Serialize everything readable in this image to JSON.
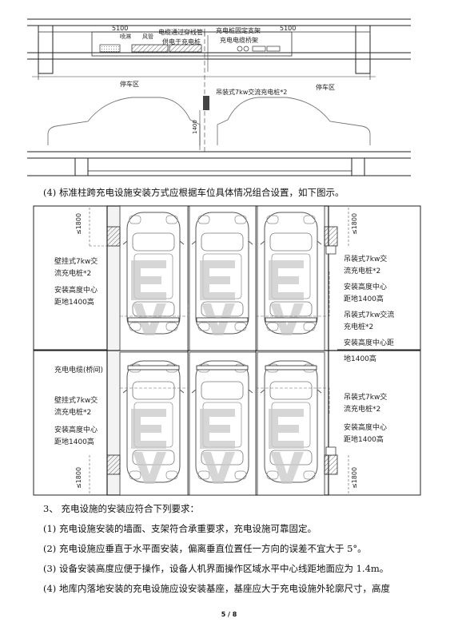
{
  "top_diagram": {
    "dim_left": "5100",
    "dim_right": "5100",
    "label_spray": "喷淋",
    "label_duct": "风管",
    "label_cable_tray_line1": "电缆通过穿线管",
    "label_cable_tray_line2": "供电于充电桩",
    "label_support_line1": "充电桩固定支架",
    "label_support_line2": "充电电缆桥架",
    "label_parking_left": "停车区",
    "label_parking_right": "停车区",
    "label_charger": "吊装式7kw交流充电桩*2",
    "label_height": "1400"
  },
  "para_4": "(4) 标准柱跨充电设施安装方式应根据车位具体情况组合设置，如下图示。",
  "layout_diagram": {
    "dim_top_left": "≤1800",
    "dim_bottom_left": "≤1800",
    "dim_top_right": "≤1800",
    "dim_bottom_right": "≤1800",
    "left_label_1": [
      "壁挂式7kw交",
      "流充电桩*2"
    ],
    "left_label_2": [
      "安装高度中心",
      "距地1400高"
    ],
    "left_label_3": "充电电缆(桥间)",
    "left_label_4": [
      "壁挂式7kw交",
      "流充电桩*2"
    ],
    "left_label_5": [
      "安装高度中心",
      "距地1400高"
    ],
    "right_label_1": [
      "吊装式7kw交",
      "流充电桩*2"
    ],
    "right_label_2": [
      "安装高度中心",
      "距地1400高"
    ],
    "right_label_3": [
      "吊装式7kw交流",
      "充电桩*2"
    ],
    "right_label_4": [
      "安装高度中心距",
      "地1400高"
    ],
    "right_label_5": [
      "吊装式7kw交",
      "流充电桩*2"
    ],
    "right_label_6": [
      "安装高度中心",
      "距地1400高"
    ]
  },
  "section_3": "3、   充电设施的安装应符合下列要求：",
  "req_1": "(1) 充电设施安装的墙面、支架符合承重要求，充电设施可靠固定。",
  "req_2": "(2) 充电设施应垂直于水平面安装，偏离垂直位置任一方向的误差不宜大于 5°。",
  "req_3": "(3) 设备安装高度应便于操作，设备人机界面操作区域水平中心线距地面应为 1.4m。",
  "req_4": "(4) 地库内落地安装的充电设施应设安装基座，基座应大于充电设施外轮廓尺寸，高度",
  "page_number": "5 / 8"
}
